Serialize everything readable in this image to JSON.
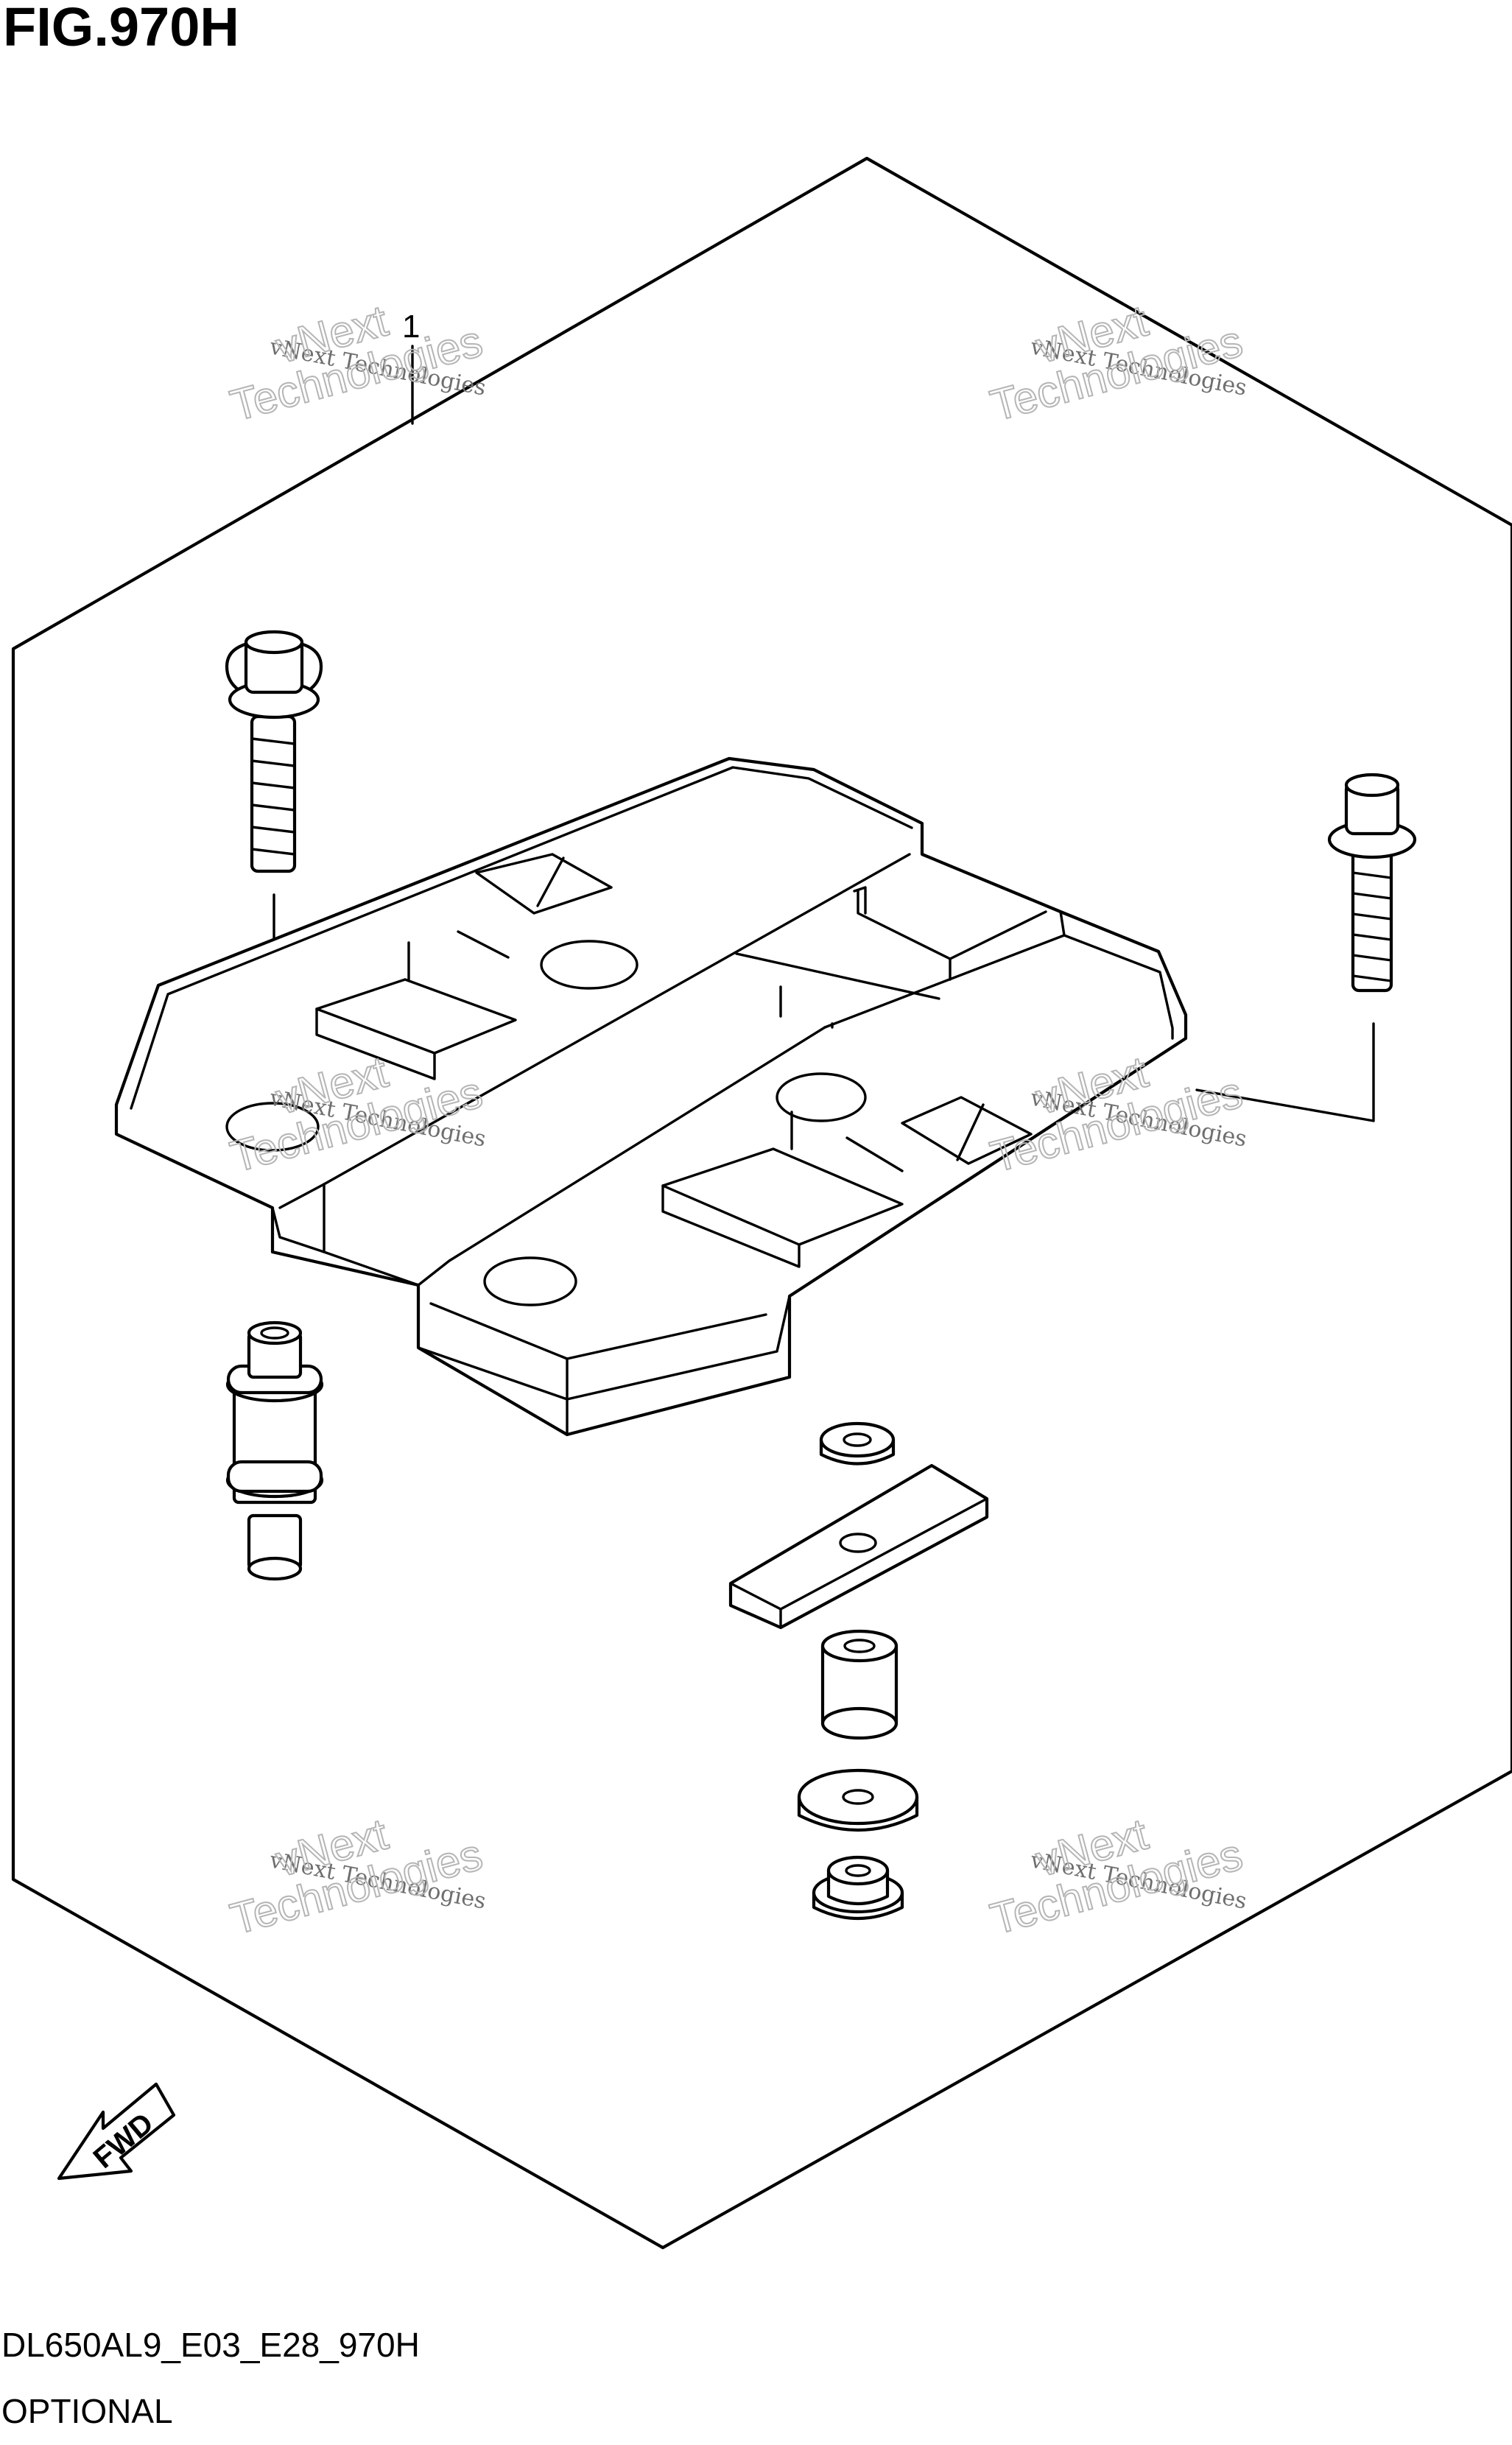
{
  "figure": {
    "title": "FIG.970H",
    "model_code": "DL650AL9_E03_E28_970H",
    "group": "OPTIONAL"
  },
  "callouts": [
    {
      "label": "1"
    }
  ],
  "orientation": {
    "label": "FWD"
  },
  "watermark": {
    "brand_small": "vNext Technologies",
    "brand_word1": "vNext",
    "brand_word2": "Technologies"
  }
}
